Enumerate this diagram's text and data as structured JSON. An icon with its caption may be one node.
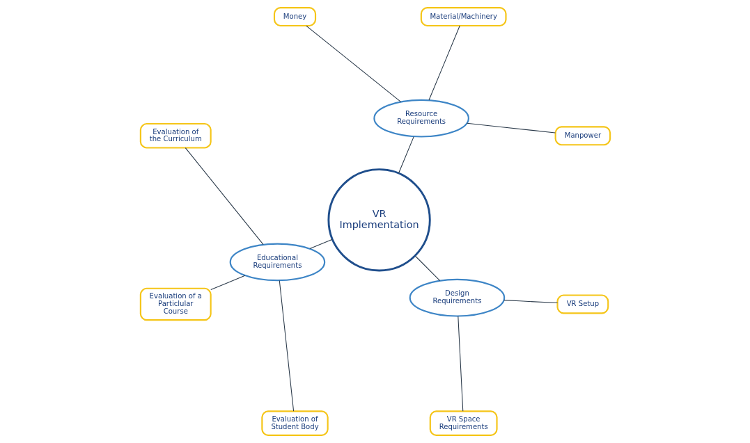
{
  "diagram": {
    "nodes": [
      {
        "text": [
          "VR Implementation"
        ]
      },
      {
        "text": [
          "Resource Requirements"
        ]
      },
      {
        "text": [
          "Manpower"
        ]
      },
      {
        "text": [
          "Material/Machinery"
        ]
      },
      {
        "text": [
          "Money"
        ]
      },
      {
        "text": [
          "Educational Requirements"
        ]
      },
      {
        "text": [
          "Evaluation of the Curriculum"
        ]
      },
      {
        "text": [
          "Evaluation of a Particlular Course"
        ]
      },
      {
        "text": [
          "Evaluation of Student Body"
        ]
      },
      {
        "text": [
          "Design Requirements"
        ]
      },
      {
        "text": [
          "VR Space Requirements"
        ]
      },
      {
        "text": [
          "VR Setup"
        ]
      }
    ],
    "edges": [
      {
        "from": 0,
        "to": 1,
        "arrow": "none"
      },
      {
        "from": 1,
        "to": 2,
        "arrow": "none"
      },
      {
        "from": 1,
        "to": 3,
        "arrow": "none"
      },
      {
        "from": 1,
        "to": 4,
        "arrow": "none"
      },
      {
        "from": 0,
        "to": 5,
        "arrow": "none"
      },
      {
        "from": 5,
        "to": 6,
        "arrow": "none"
      },
      {
        "from": 5,
        "to": 7,
        "arrow": "none"
      },
      {
        "from": 5,
        "to": 8,
        "arrow": "none"
      },
      {
        "from": 0,
        "to": 9,
        "arrow": "none"
      },
      {
        "from": 9,
        "to": 10,
        "arrow": "none"
      },
      {
        "from": 9,
        "to": 11,
        "arrow": "none"
      }
    ]
  }
}
